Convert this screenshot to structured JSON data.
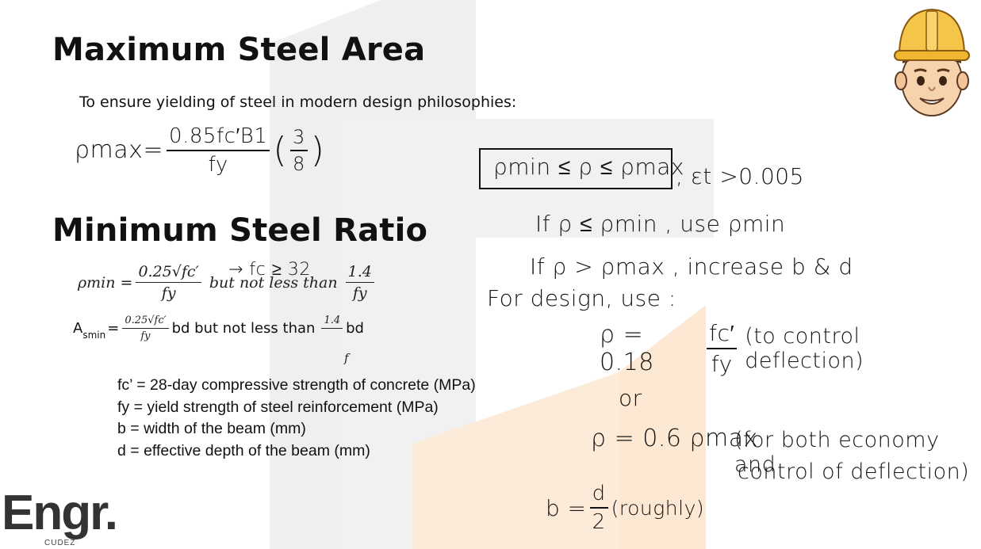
{
  "slide": {
    "title_max": "Maximum Steel Area",
    "intro": "To ensure yielding of steel in modern design philosophies:",
    "title_min": "Minimum Steel Ratio"
  },
  "formulas": {
    "rho_max": {
      "lhs": "ρmax=",
      "num": "0.85fc′B1",
      "den": "fy",
      "factor_num": "3",
      "factor_den": "8"
    },
    "rho_min": {
      "lhs": "ρmin =",
      "num": "0.25√fc′",
      "den": "fy",
      "note": "but not less than",
      "num2": "1.4",
      "den2": "fy",
      "annotation": "→ fc ≥ 32"
    },
    "as_min": {
      "lhs": "A",
      "sub": "smin",
      "eq": "=",
      "num": "0.25√fc′",
      "den": "fy",
      "mid": "bd but not less than",
      "num2": "1.4",
      "den2": "f",
      "end": "bd"
    }
  },
  "definitions": [
    "fc’ = 28-day compressive strength of concrete (MPa)",
    "fy = yield strength of steel reinforcement (MPa)",
    "b = width of the beam (mm)",
    "d = effective depth of the beam (mm)"
  ],
  "handwritten": {
    "boxed": "ρmin ≤ ρ  ≤ ρmax",
    "strain": ", εt >0.005",
    "rule1": "If ρ ≤ ρmin , use ρmin",
    "rule2": "If ρ > ρmax , increase b & d",
    "design": "For design, use :",
    "eq1_lhs": "ρ = 0.18",
    "eq1_num": "fc′",
    "eq1_den": "fy",
    "eq1_note": "(to control deflection)",
    "or": "or",
    "eq2": "ρ = 0.6 ρmax",
    "eq2_note1": "(for both economy and",
    "eq2_note2": "control of deflection)",
    "eq3_lhs": "b =",
    "eq3_num": "d",
    "eq3_den": "2",
    "eq3_note": "(roughly)"
  },
  "logo": {
    "text": "Engr.",
    "sub": "CUDEZ"
  },
  "colors": {
    "watermark_gray": "#ececec",
    "watermark_orange": "#fde6d0",
    "helmet": "#f5c54a"
  },
  "icons": {
    "avatar": "engineer-avatar-icon"
  }
}
